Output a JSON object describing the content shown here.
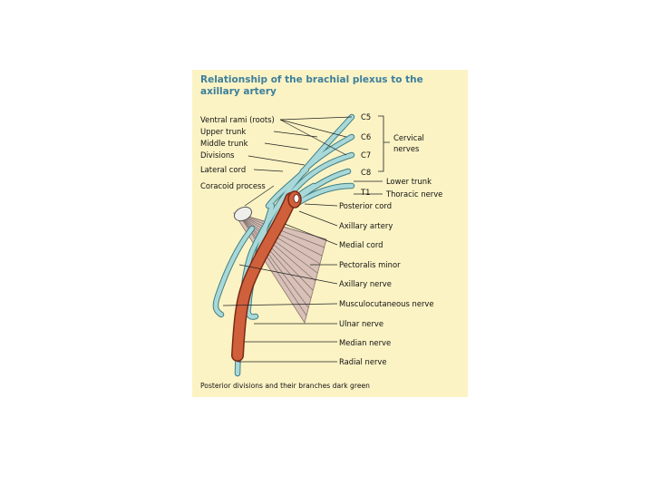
{
  "title": "Relationship of the brachial plexus to the axillary artery",
  "left_labels": [
    "Ventral rami (roots)",
    "Upper trunk",
    "Middle trunk",
    "Divisions",
    "Lateral cord",
    "Coracoid process"
  ],
  "root_labels": [
    "C5",
    "C6",
    "C7",
    "C8",
    "T1"
  ],
  "group_labels": {
    "cervical": "Cervical",
    "nerves": "nerves",
    "lower_trunk": "Lower trunk",
    "thoracic_nerve": "Thoracic nerve"
  },
  "right_labels": [
    "Posterior cord",
    "Axillary artery",
    "Medial cord",
    "Pectoralis minor",
    "Axillary nerve",
    "Musculocutaneous nerve",
    "Ulnar nerve",
    "Median nerve",
    "Radial nerve"
  ],
  "caption": "Posterior divisions and their branches dark green",
  "colors": {
    "panel_bg": "#fbf3c4",
    "title": "#3d7f9b",
    "nerve": "#a9d8d8",
    "nerve_outline": "#3f7f86",
    "artery": "#d0603c",
    "artery_outline": "#7a2a14",
    "muscle": "#d9c1b8",
    "muscle_lines": "#7f6f6a"
  }
}
